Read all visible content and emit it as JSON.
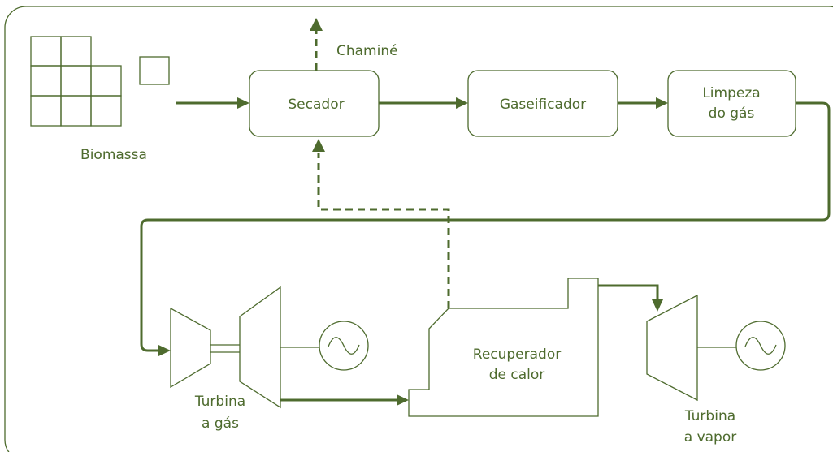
{
  "colors": {
    "stroke": "#4e6b2e",
    "text": "#4e6b2e",
    "background": "#ffffff"
  },
  "labels": {
    "biomass": "Biomassa",
    "chimney": "Chaminé",
    "dryer": "Secador",
    "gasifier": "Gaseificador",
    "gas_cleaning_line1": "Limpeza",
    "gas_cleaning_line2": "do gás",
    "gas_turbine_line1": "Turbina",
    "gas_turbine_line2": "a gás",
    "heat_recovery_line1": "Recuperador",
    "heat_recovery_line2": "de calor",
    "steam_turbine_line1": "Turbina",
    "steam_turbine_line2": "a vapor"
  },
  "icons": {
    "generator": "sine-wave-icon"
  }
}
